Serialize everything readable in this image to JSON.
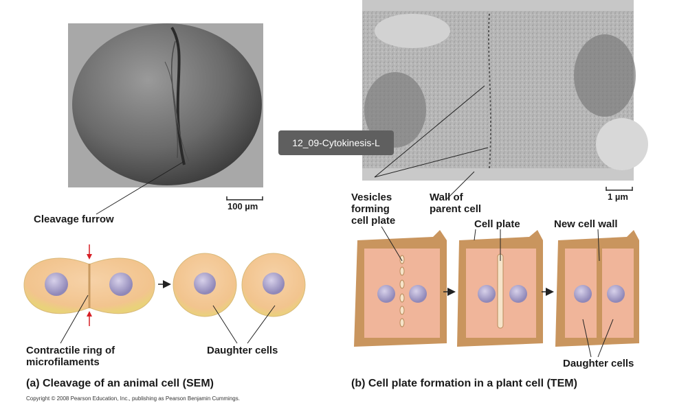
{
  "tooltip": "12_09-Cytokinesis-L",
  "animal": {
    "scale_bar": "100 µm",
    "cleavage_furrow": "Cleavage furrow",
    "contractile_ring": "Contractile ring of\nmicrofilaments",
    "daughter_cells": "Daughter cells",
    "caption": "(a) Cleavage of an animal cell (SEM)"
  },
  "plant": {
    "scale_bar": "1 µm",
    "vesicles": "Vesicles\nforming\ncell plate",
    "wall_parent": "Wall of\nparent cell",
    "cell_plate": "Cell plate",
    "new_cell_wall": "New cell wall",
    "daughter_cells": "Daughter cells",
    "caption": "(b) Cell plate formation in a plant cell (TEM)"
  },
  "copyright": "Copyright © 2008 Pearson Education, Inc., publishing as Pearson Benjamin Cummings.",
  "colors": {
    "cell_fill": "#f2c89a",
    "nucleus": "#a9a1c8",
    "plant_wall": "#c9955e",
    "plant_cytoplasm": "#f0b59a",
    "arrow_red": "#d61f26"
  }
}
